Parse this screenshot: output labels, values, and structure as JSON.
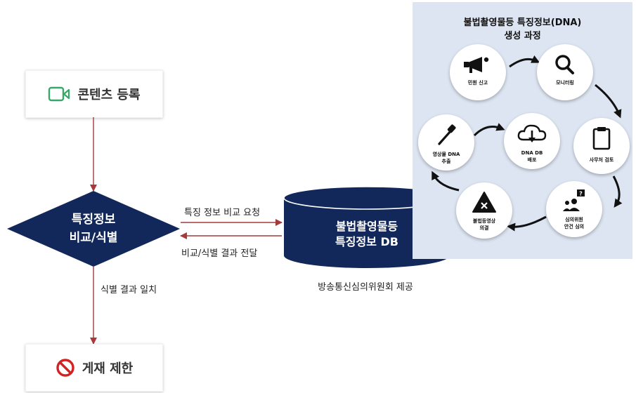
{
  "left_flow": {
    "register_label": "콘텐츠 등록",
    "compare_line1": "특징정보",
    "compare_line2": "비교/식별",
    "match_label": "식별 결과 일치",
    "restrict_label": "게재 제한"
  },
  "arrows": {
    "request_label": "특징 정보 비교 요청",
    "result_label": "비교/식별 결과 전달"
  },
  "database": {
    "line1": "불법촬영물등",
    "line2": "특징정보 DB",
    "provider": "방송통신심의위원회 제공"
  },
  "process": {
    "title_line1": "불법촬영물등 특징정보(DNA)",
    "title_line2": "생성 과정",
    "steps": [
      {
        "icon": "megaphone-icon",
        "line1": "민원 신고",
        "line2": ""
      },
      {
        "icon": "search-icon",
        "line1": "모니터링",
        "line2": ""
      },
      {
        "icon": "clipboard-icon",
        "line1": "사무처 검토",
        "line2": ""
      },
      {
        "icon": "meeting-icon",
        "line1": "심의위원",
        "line2": "안건 심의"
      },
      {
        "icon": "warning-icon",
        "line1": "불법등영상",
        "line2": "의결"
      },
      {
        "icon": "dropper-icon",
        "line1": "영상물 DNA",
        "line2": "추출"
      },
      {
        "icon": "cloud-download-icon",
        "line1": "DNA DB",
        "line2": "배포"
      }
    ]
  },
  "colors": {
    "navy": "#13285a",
    "arrow_red": "#a43a3a",
    "panel_bg": "#dde5f2",
    "camera_green": "#38a86a",
    "ban_red": "#d42222"
  }
}
